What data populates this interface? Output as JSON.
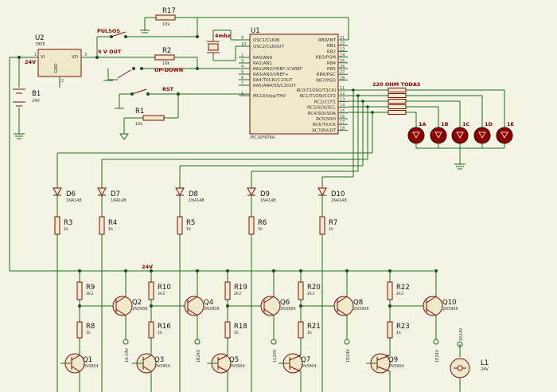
{
  "u2": {
    "ref": "U2",
    "value": "7805",
    "pin_vi": "VI",
    "pin_vo": "VO",
    "pin_gnd": "GND",
    "pin1": "1",
    "pin2": "2",
    "pin3": "3"
  },
  "b1": {
    "ref": "B1",
    "value": "24V",
    "supply": "24V"
  },
  "r17": {
    "ref": "R17",
    "value": "10k"
  },
  "r2": {
    "ref": "R2",
    "value": "10k"
  },
  "r1": {
    "ref": "R1",
    "value": "10k"
  },
  "labels": {
    "pulsos": "PULSOS",
    "five_v": "5 V OUT",
    "updown": "UP-DOWN",
    "rst": "RST",
    "ohm": "220 OHM TODAS",
    "bus24": "24V"
  },
  "crystal": {
    "value": "4mhz"
  },
  "u1": {
    "ref": "U1",
    "part": "PIC16F876A",
    "left_pins": [
      {
        "no": "9",
        "name": "OSC1/CLKIN"
      },
      {
        "no": "10",
        "name": "OSC2/CLKOUT"
      },
      {
        "no": "2",
        "name": "RA0/AN0"
      },
      {
        "no": "3",
        "name": "RA1/AN1"
      },
      {
        "no": "4",
        "name": "RA2/AN2/VREF-/CVREF"
      },
      {
        "no": "5",
        "name": "RA3/AN3/VREF+"
      },
      {
        "no": "6",
        "name": "RA4/T0CKI/C1OUT"
      },
      {
        "no": "7",
        "name": "RA5/AN4/SS/C2OUT"
      },
      {
        "no": "1",
        "name": "MCLR/Vpp/THV"
      }
    ],
    "right_pins": [
      {
        "no": "21",
        "name": "RB0/INT"
      },
      {
        "no": "22",
        "name": "RB1"
      },
      {
        "no": "23",
        "name": "RB2"
      },
      {
        "no": "24",
        "name": "RB3/PGM"
      },
      {
        "no": "25",
        "name": "RB4"
      },
      {
        "no": "26",
        "name": "RB5"
      },
      {
        "no": "27",
        "name": "RB6/PGC"
      },
      {
        "no": "28",
        "name": "RB7/PGD"
      },
      {
        "no": "11",
        "name": "RC0/T1OSO/T1CKI"
      },
      {
        "no": "12",
        "name": "RC1/T1OSI/CCP2"
      },
      {
        "no": "13",
        "name": "RC2/CCP1"
      },
      {
        "no": "14",
        "name": "RC3/SCK/SCL"
      },
      {
        "no": "15",
        "name": "RC4/SDI/SDA"
      },
      {
        "no": "16",
        "name": "RC5/SDO"
      },
      {
        "no": "17",
        "name": "RC6/TX/CK"
      },
      {
        "no": "18",
        "name": "RC7/RX/DT"
      }
    ]
  },
  "leds": [
    "1E",
    "1D",
    "1C",
    "1B",
    "1A"
  ],
  "diodes": [
    {
      "ref": "D6",
      "value": "1N4148"
    },
    {
      "ref": "D7",
      "value": "1N4148"
    },
    {
      "ref": "D8",
      "value": "1N4148"
    },
    {
      "ref": "D9",
      "value": "1N4148"
    },
    {
      "ref": "D10",
      "value": "1N4148"
    }
  ],
  "diode_res": [
    {
      "ref": "R3",
      "value": "1k"
    },
    {
      "ref": "R4",
      "value": "1k"
    },
    {
      "ref": "R5",
      "value": "1k"
    },
    {
      "ref": "R6",
      "value": "1k"
    },
    {
      "ref": "R7",
      "value": "1k"
    }
  ],
  "stages": [
    {
      "rtop": "R9",
      "rtopv": "2k2",
      "rmid": "R8",
      "rmidv": "1k",
      "qpnp": "Q2",
      "qnpn": "Q1",
      "out": "1A-24V"
    },
    {
      "rtop": "R10",
      "rtopv": "2k2",
      "rmid": "R16",
      "rmidv": "1k",
      "qpnp": "Q4",
      "qnpn": "Q3",
      "out": "1B24V"
    },
    {
      "rtop": "R19",
      "rtopv": "2k2",
      "rmid": "R18",
      "rmidv": "1k",
      "qpnp": "Q6",
      "qnpn": "Q5",
      "out": "1C24V"
    },
    {
      "rtop": "R20",
      "rtopv": "2k2",
      "rmid": "R21",
      "rmidv": "1k",
      "qpnp": "Q8",
      "qnpn": "Q7",
      "out": "1D24V"
    },
    {
      "rtop": "R22",
      "rtopv": "2k2",
      "rmid": "R23",
      "rmidv": "1k",
      "qpnp": "Q10",
      "qnpn": "Q9",
      "out": "1E24V"
    }
  ],
  "pnp_type": "2N3906",
  "npn_type": "2N3904",
  "lamp": {
    "ref": "L1",
    "value": "24V",
    "net": "1E24V"
  }
}
